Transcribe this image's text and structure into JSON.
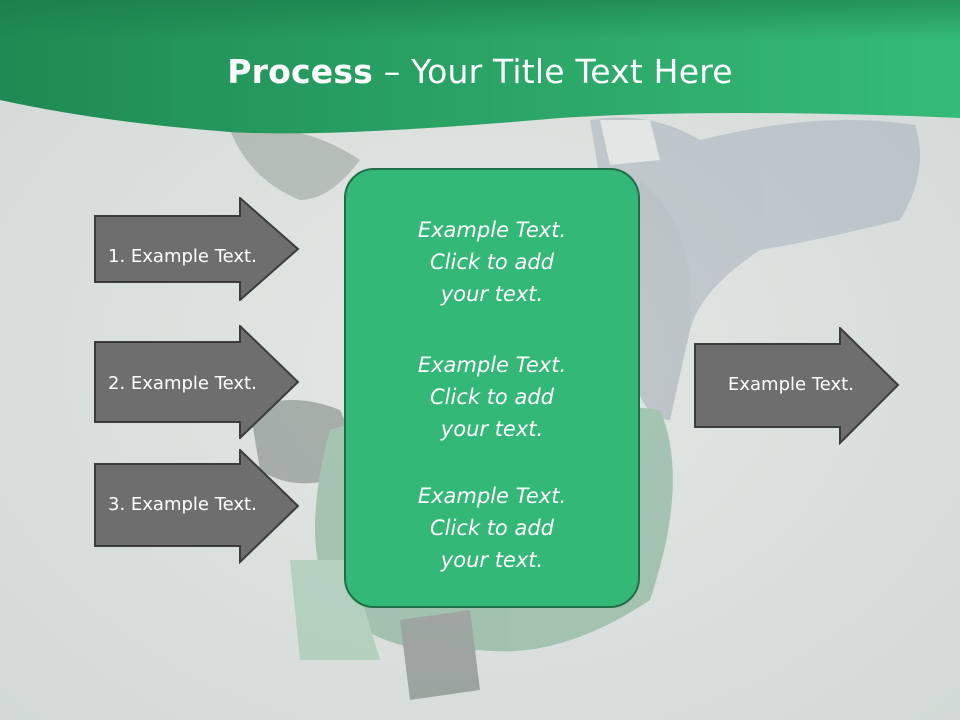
{
  "title": {
    "bold": "Process",
    "rest": " – Your Title Text Here"
  },
  "arrows_left": [
    {
      "label": "1. Example Text."
    },
    {
      "label": "2. Example Text."
    },
    {
      "label": "3. Example Text."
    }
  ],
  "arrow_right": {
    "label": "Example Text."
  },
  "center_items": [
    {
      "line1": "Example Text.",
      "line2": "Click  to add",
      "line3": "your text."
    },
    {
      "line1": "Example Text.",
      "line2": "Click  to add",
      "line3": "your text."
    },
    {
      "line1": "Example Text.",
      "line2": "Click  to add",
      "line3": "your text."
    }
  ],
  "colors": {
    "header_green": "#2a9f62",
    "center_green": "#34b878",
    "arrow_gray": "#6e6e6e"
  }
}
